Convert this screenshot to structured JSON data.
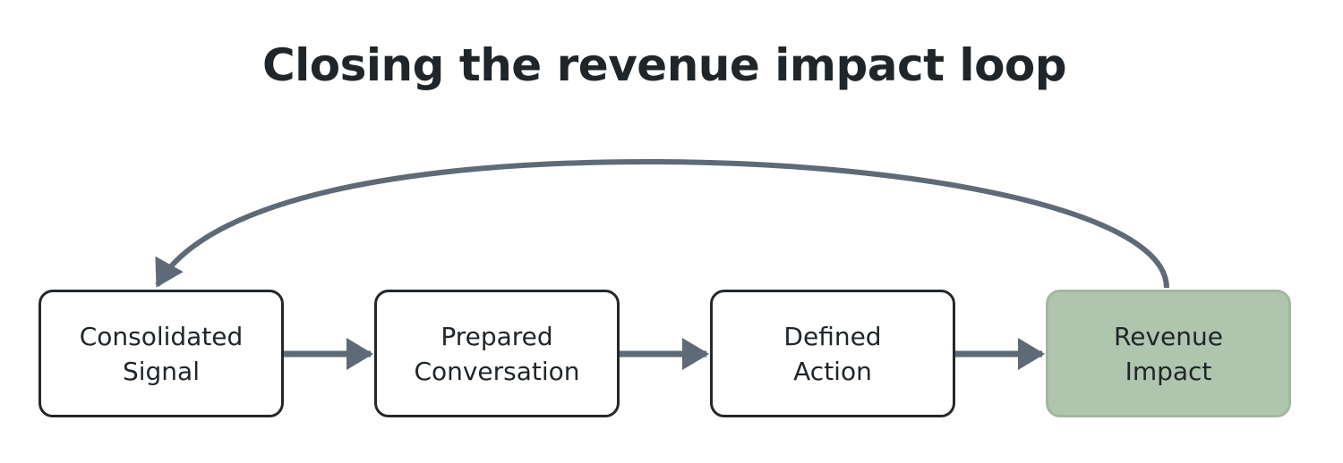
{
  "title": "Closing the revenue impact loop",
  "colors": {
    "text": "#1f2528",
    "box_border": "#23282c",
    "arrow": "#5e6a77",
    "highlight_fill": "#b0c5ae",
    "highlight_border": "#a1b89f"
  },
  "nodes": [
    {
      "id": "consolidated-signal",
      "line1": "Consolidated",
      "line2": "Signal",
      "highlight": false
    },
    {
      "id": "prepared-conversation",
      "line1": "Prepared",
      "line2": "Conversation",
      "highlight": false
    },
    {
      "id": "defined-action",
      "line1": "Defined",
      "line2": "Action",
      "highlight": false
    },
    {
      "id": "revenue-impact",
      "line1": "Revenue",
      "line2": "Impact",
      "highlight": true
    }
  ],
  "edges": [
    {
      "from": "consolidated-signal",
      "to": "prepared-conversation"
    },
    {
      "from": "prepared-conversation",
      "to": "defined-action"
    },
    {
      "from": "defined-action",
      "to": "revenue-impact"
    },
    {
      "from": "revenue-impact",
      "to": "consolidated-signal",
      "kind": "loop-back"
    }
  ]
}
